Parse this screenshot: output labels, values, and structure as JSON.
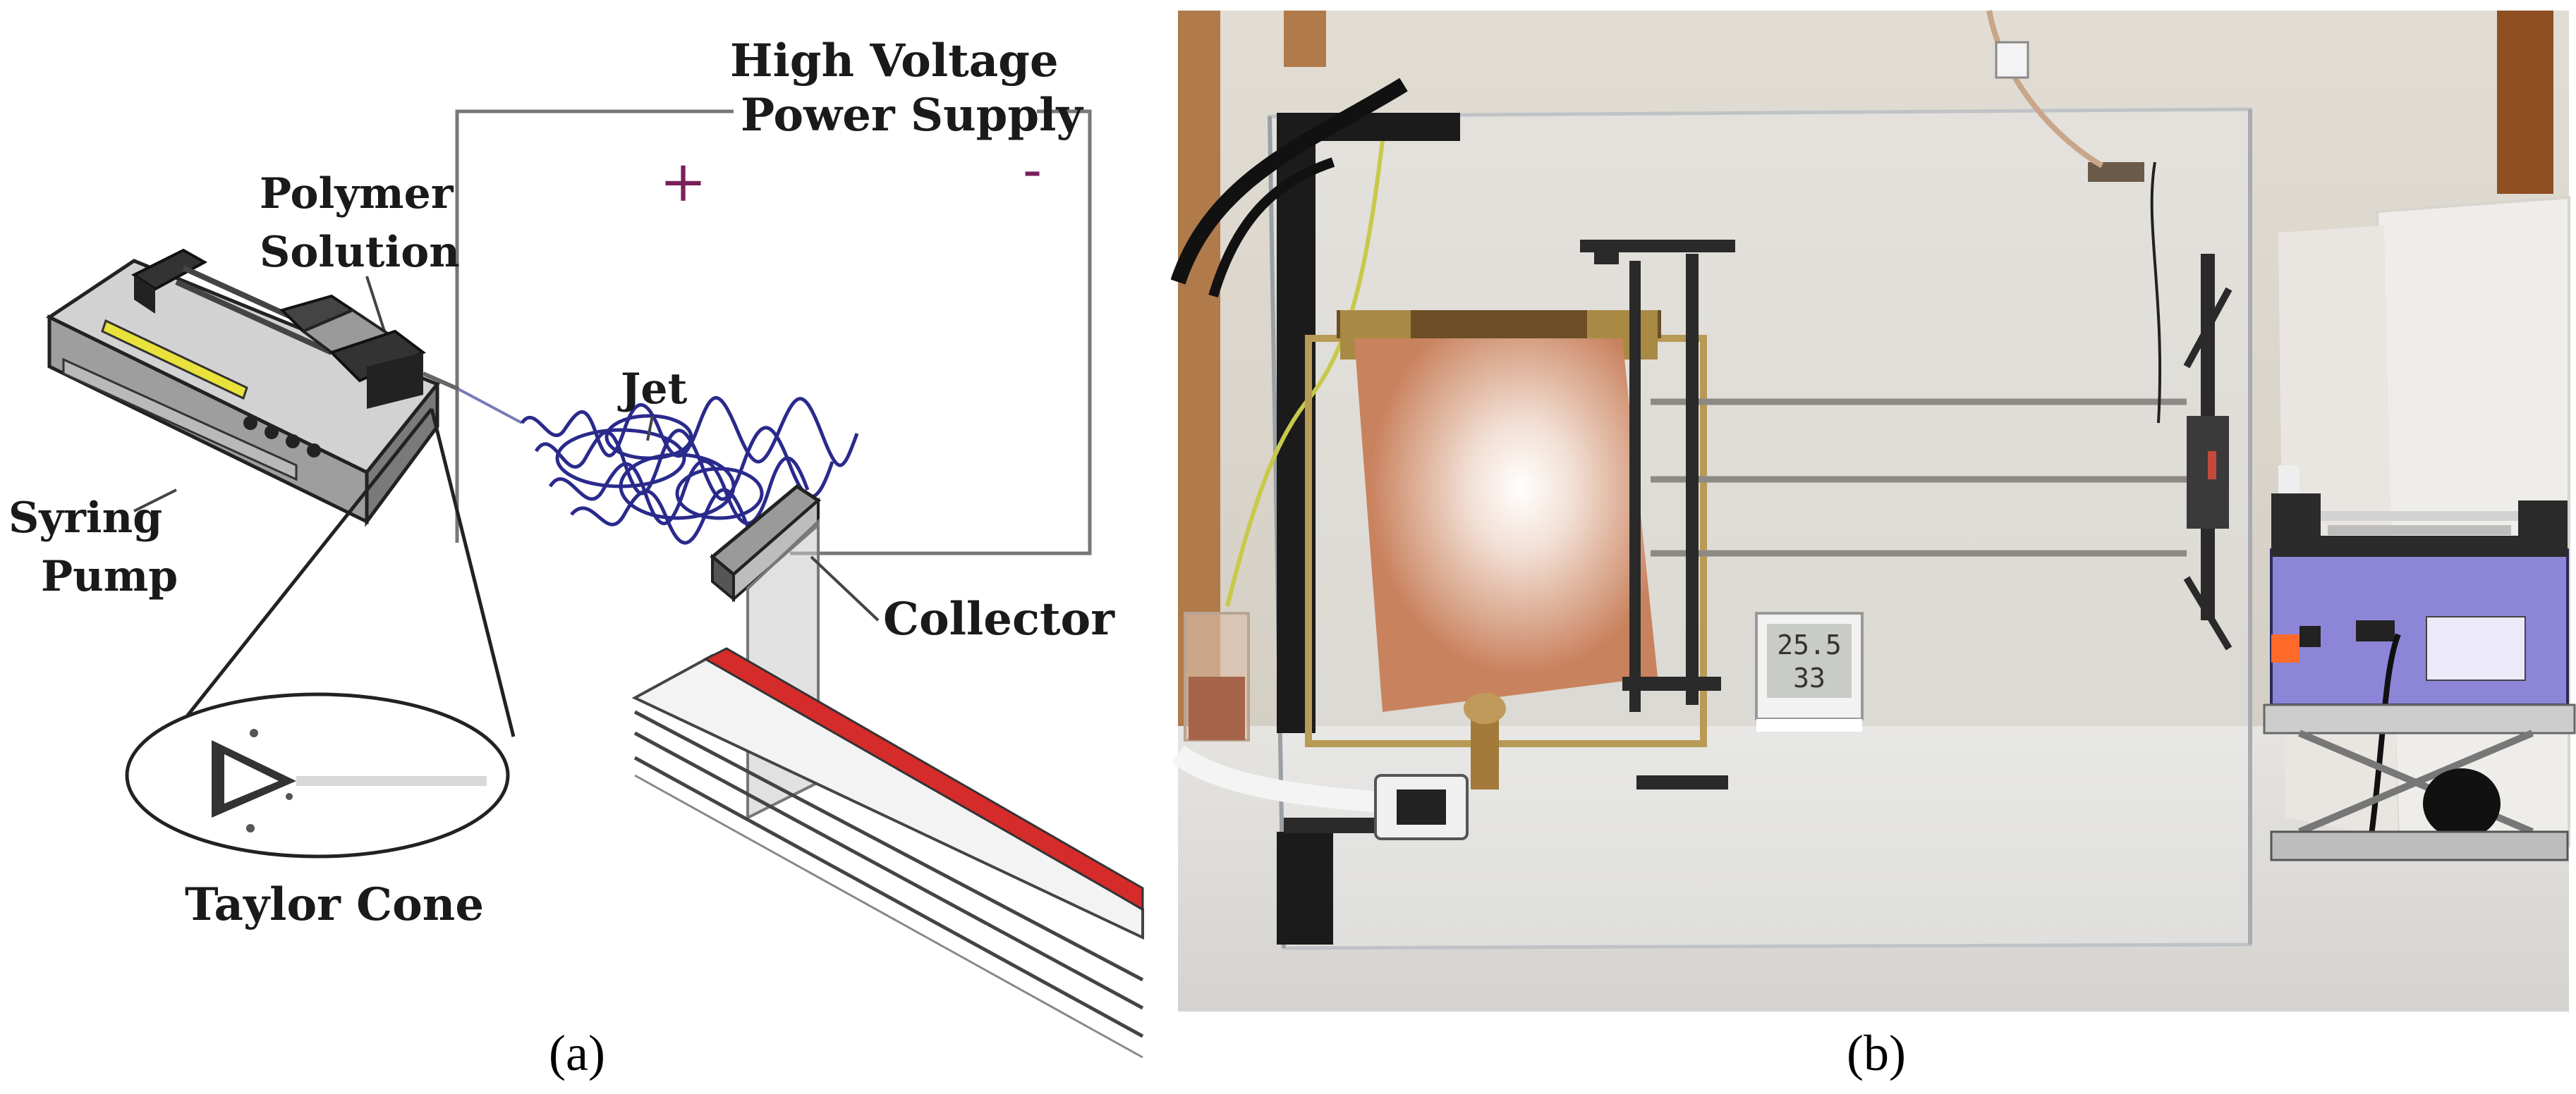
{
  "panel_a": {
    "labels": {
      "power_supply_line1": "High Voltage",
      "power_supply_line2": "Power Supply",
      "positive": "+",
      "negative": "-",
      "polymer_line1": "Polymer",
      "polymer_line2": "Solution",
      "syringe_line1": "Syring",
      "syringe_line2": "Pump",
      "jet": "Jet",
      "collector": "Collector",
      "taylor_cone": "Taylor Cone"
    },
    "caption": "(a)"
  },
  "panel_b": {
    "display_reading_top": "25.5",
    "display_reading_bottom": "33",
    "caption": "(b)"
  },
  "colors": {
    "wire": "#777777",
    "jet": "#2a2a8c",
    "pump_body": "#b9b9b9",
    "pump_dark": "#333333",
    "pump_display": "#e8e23a",
    "rail_red": "#d62b2b",
    "copper": "#c9825e",
    "pump_blue": "#8d86d8",
    "sign": "#7a1f5a"
  }
}
